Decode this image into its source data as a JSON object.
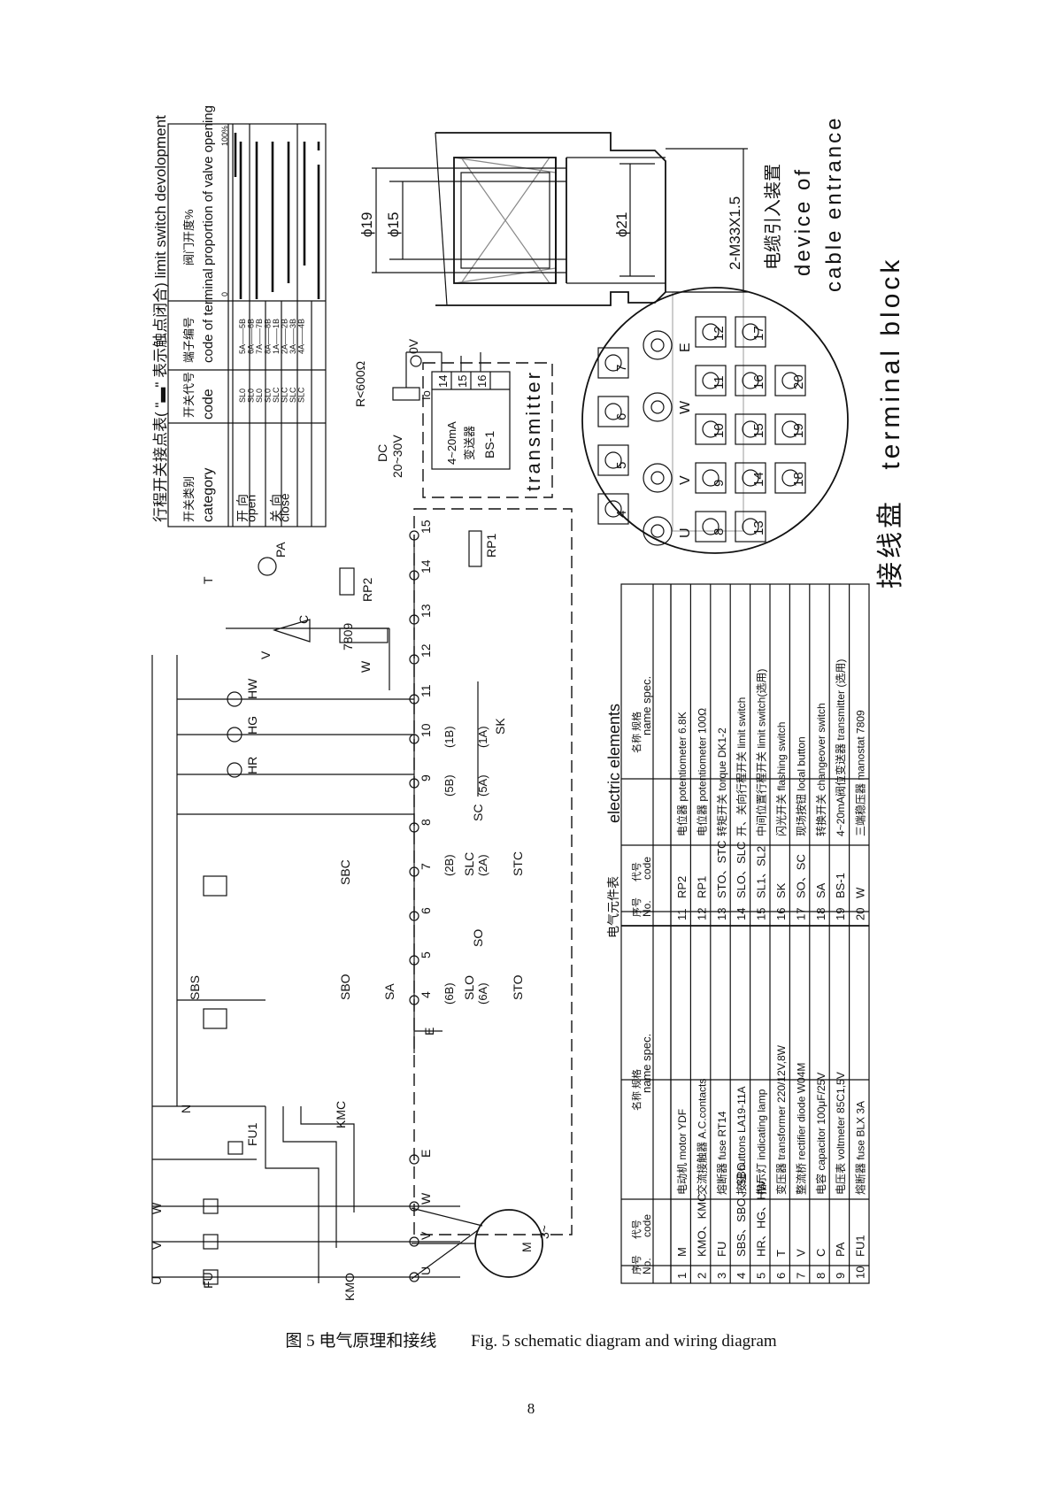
{
  "caption": {
    "zh": "图 5  电气原理和接线",
    "en": "Fig. 5  schematic diagram and wiring diagram"
  },
  "page_number": "8",
  "limit_switch_table": {
    "title": "行程开关接点表( \"▬\" 表示触点闭合) limit switch devolopment",
    "headers": {
      "category_zh": "开关类别",
      "category_en": "category",
      "code_zh": "开关代号",
      "code_en": "code",
      "terminal_zh": "端子编号",
      "terminal_en": "code of terminal",
      "proportion_zh": "阀门开度%",
      "proportion_en": "proportion of valve opening",
      "p0": "0",
      "p100": "100%"
    },
    "rows": [
      {
        "category": "开 向",
        "code": "SL0",
        "terminal": "5A——5B"
      },
      {
        "category": "open",
        "code": "SL0",
        "terminal": "6A——6B"
      },
      {
        "category": "",
        "code": "SL0",
        "terminal": "7A——7B"
      },
      {
        "category": "",
        "code": "SL0",
        "terminal": "8A——8B"
      },
      {
        "category": "关 向",
        "code": "SLC",
        "terminal": "1A——1B"
      },
      {
        "category": "close",
        "code": "SLC",
        "terminal": "2A——2B"
      },
      {
        "category": "",
        "code": "SLC",
        "terminal": "3A——3B"
      },
      {
        "category": "",
        "code": "SLC",
        "terminal": "4A——4B"
      }
    ]
  },
  "transmitter": {
    "title": "transmitter",
    "r_label": "R<600Ω",
    "supply_dc": "DC",
    "supply_range": "20~30V",
    "io_label": "Io",
    "zero_v": "0V",
    "terminals": [
      "14",
      "15",
      "16"
    ],
    "box_line1": "4~20mA",
    "box_line2": "变送器",
    "box_line3": "BS-1"
  },
  "cable_entrance": {
    "d19": "ϕ19",
    "d15": "ϕ15",
    "d21": "ϕ21",
    "thread": "2-M33X1.5",
    "zh": "电缆引入装置",
    "en1": "device of",
    "en2": "cable entrance"
  },
  "terminal_block": {
    "zh": "接线盘",
    "en": "terminal block",
    "phase_labels": [
      "U",
      "V",
      "W",
      "E"
    ],
    "numbers": [
      "4",
      "5",
      "6",
      "7",
      "8",
      "9",
      "10",
      "11",
      "12",
      "13",
      "14",
      "15",
      "16",
      "17",
      "18",
      "19",
      "20"
    ]
  },
  "schematic": {
    "supply": [
      "U",
      "V",
      "W",
      "N"
    ],
    "fuse": "FU",
    "fuse1": "FU1",
    "contactor_open": "KMO",
    "contactor_close": "KMC",
    "motor": "M",
    "motor_sub": "3~",
    "earth": "E",
    "sbs": "SBS",
    "sbo": "SBO",
    "sbc": "SBC",
    "sa": "SA",
    "so": "SO",
    "sc": "SC",
    "sk": "SK",
    "slo": "SLO",
    "slc": "SLC",
    "sto": "STO",
    "stc": "STC",
    "hr": "HR",
    "hg": "HG",
    "hw": "HW",
    "transformer": "T",
    "rectifier": "V",
    "capacitor": "C",
    "regulator_w": "W",
    "regulator_code": "7809",
    "rp1": "RP1",
    "rp2": "RP2",
    "pa": "PA",
    "terminals": [
      "U",
      "V",
      "W",
      "E",
      "4",
      "5",
      "6",
      "7",
      "8",
      "9",
      "10",
      "11",
      "12",
      "13",
      "4",
      "14",
      "15",
      "16"
    ],
    "contact_codes": [
      "(6B)",
      "(6A)",
      "(2B)",
      "(2A)",
      "(5B)",
      "(5A)",
      "(1B)",
      "(1A)"
    ]
  },
  "elements_table": {
    "title_zh": "电气元件表",
    "title_en": "electric elements",
    "headers": {
      "no_zh": "序号",
      "no_en": "No.",
      "code_zh": "代号",
      "code_en": "code",
      "name_zh": "名称  规格",
      "name_en": "name  spec."
    },
    "left_rows": [
      {
        "no": "1",
        "code": "M",
        "name": "电动机 motor  YDF"
      },
      {
        "no": "2",
        "code": "KMO、KMC",
        "name": "交流接触器 A.C.contacts"
      },
      {
        "no": "3",
        "code": "FU",
        "name": "熔断器 fuse  RT14"
      },
      {
        "no": "4",
        "code": "SBS、SBO、SBC",
        "name": "按钮 buttons  LA19-11A"
      },
      {
        "no": "5",
        "code": "HR、HG、HW",
        "name": "指示灯 indicating lamp"
      },
      {
        "no": "6",
        "code": "T",
        "name": "变压器 transformer 220/12V,8W"
      },
      {
        "no": "7",
        "code": "V",
        "name": "整流桥 rectifier diode W04M"
      },
      {
        "no": "8",
        "code": "C",
        "name": "电容 capacitor 100μF/25V"
      },
      {
        "no": "9",
        "code": "PA",
        "name": "电压表 voltmeter 85C1,5V"
      },
      {
        "no": "10",
        "code": "FU1",
        "name": "熔断器 fuse  BLX 3A"
      }
    ],
    "right_rows": [
      {
        "no": "11",
        "code": "RP2",
        "name": "电位器 potentiometer 6.8K"
      },
      {
        "no": "12",
        "code": "RP1",
        "name": "电位器 potentiometer 100Ω"
      },
      {
        "no": "13",
        "code": "STO、STC",
        "name": "转矩开关 torque DK1-2"
      },
      {
        "no": "14",
        "code": "SLO、SLC",
        "name": "开、关向行程开关 limit switch"
      },
      {
        "no": "15",
        "code": "SL1、SL2",
        "name": "中间位置行程开关 limit switch(选用)"
      },
      {
        "no": "16",
        "code": "SK",
        "name": "闪光开关 flashing switch"
      },
      {
        "no": "17",
        "code": "SO、SC",
        "name": "现场按钮 local button"
      },
      {
        "no": "18",
        "code": "SA",
        "name": "转换开关 changeover switch"
      },
      {
        "no": "19",
        "code": "BS-1",
        "name": "4~20mA阀位变送器 transmitter (选用)"
      },
      {
        "no": "20",
        "code": "W",
        "name": "三端稳压器 manostat 7809"
      }
    ]
  }
}
